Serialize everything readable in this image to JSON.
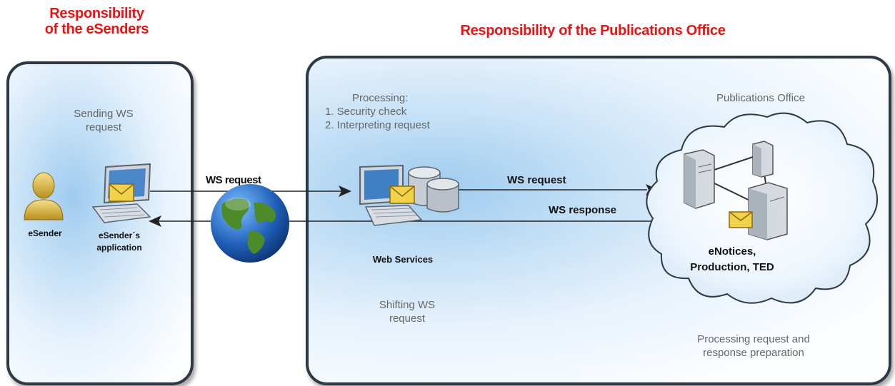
{
  "left_zone": {
    "title_line1": "Responsibility",
    "title_line2": "of the eSenders",
    "sending_line1": "Sending WS",
    "sending_line2": "request",
    "esender_label": "eSender",
    "app_line1": "eSender´s",
    "app_line2": "application"
  },
  "right_zone": {
    "title": "Responsibility of the Publications Office",
    "processing_heading": "Processing:",
    "processing_steps": [
      "1.  Security check",
      "2.  Interpreting request"
    ],
    "web_services_label": "Web Services",
    "shifting_line1": "Shifting WS",
    "shifting_line2": "request",
    "office_title": "Publications Office",
    "cloud_line1": "eNotices,",
    "cloud_line2": "Production, TED",
    "processing_footer_line1": "Processing request and",
    "processing_footer_line2": "response preparation"
  },
  "arrows": {
    "request_left": "WS request",
    "request_right": "WS request",
    "response": "WS response"
  },
  "colors": {
    "title_red": "#ee1111",
    "panel_border": "#2d3a46",
    "panel_glow": "#9fcbee",
    "envelope": "#f2d24a"
  },
  "icons": [
    "person-icon",
    "computer-icon",
    "globe-icon",
    "database-icon",
    "server-icon",
    "envelope-icon",
    "cloud-icon"
  ]
}
